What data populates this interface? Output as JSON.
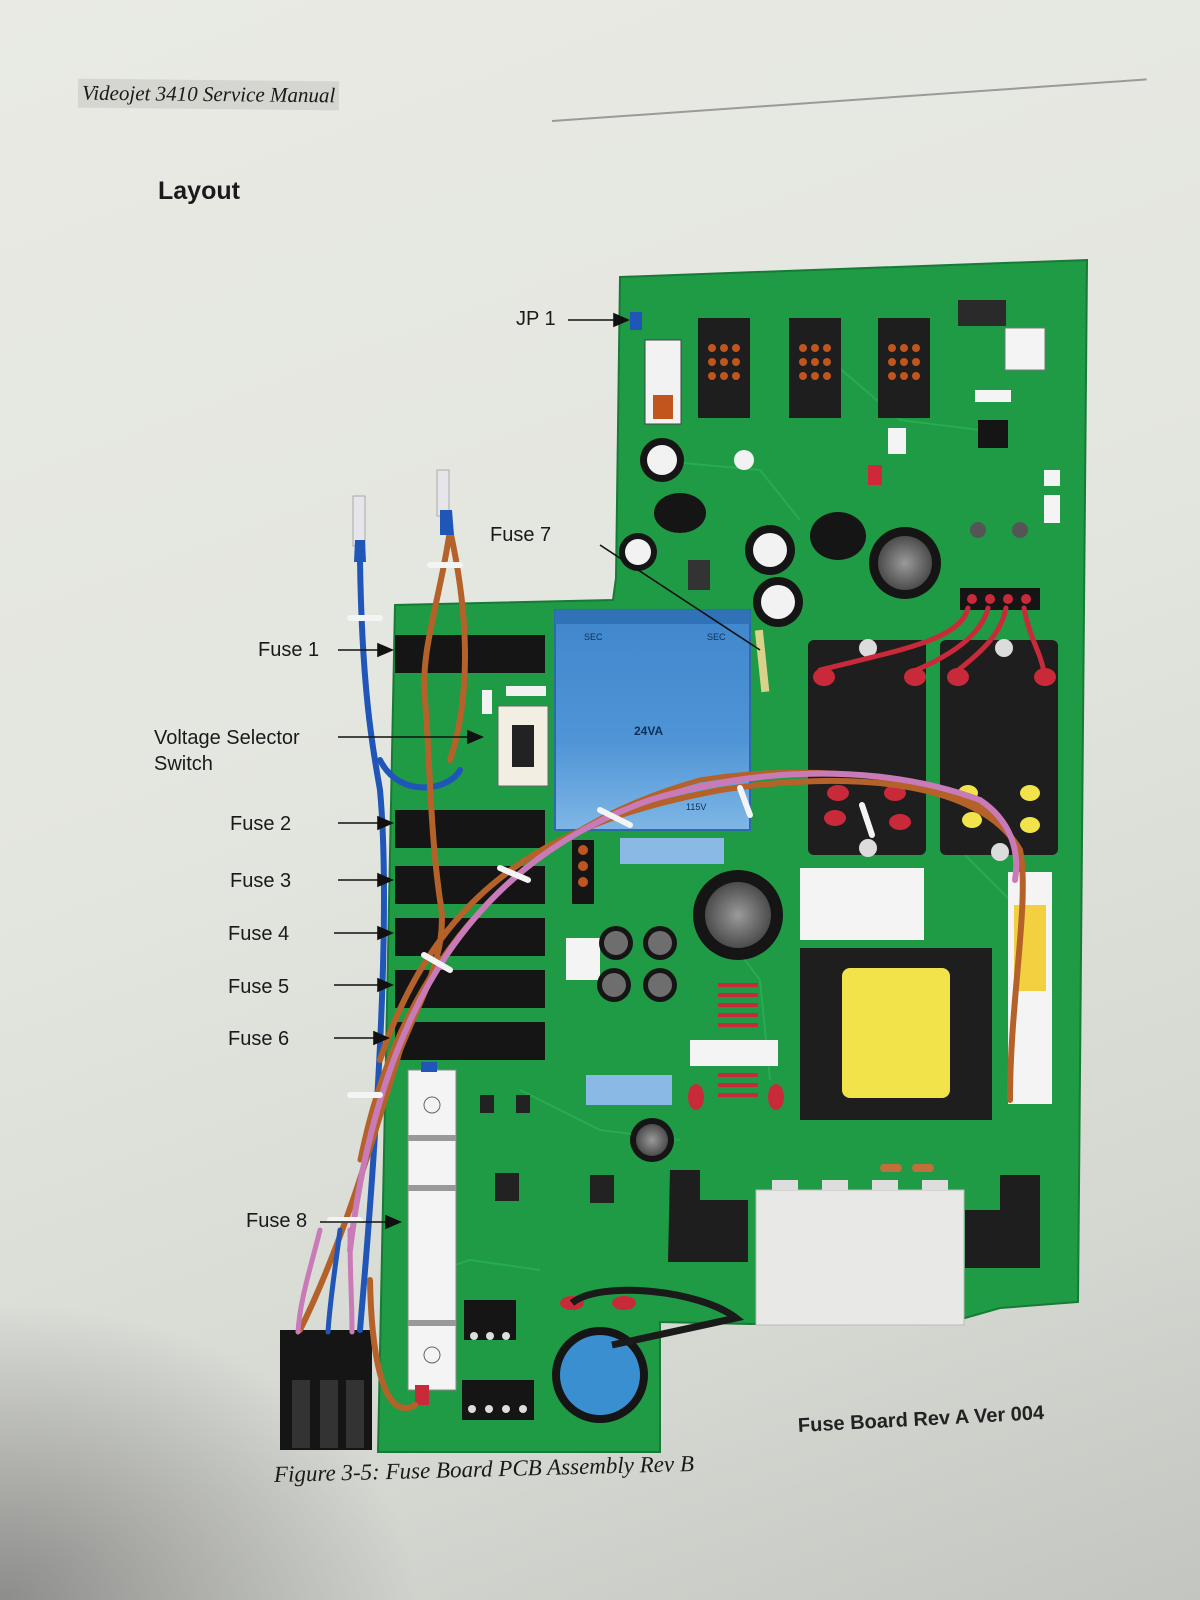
{
  "header": {
    "manual_title": "Videojet 3410 Service Manual"
  },
  "section": {
    "heading": "Layout"
  },
  "callouts": {
    "jp1": "JP 1",
    "fuse7": "Fuse 7",
    "fuse1": "Fuse 1",
    "voltage_selector": "Voltage Selector\nSwitch",
    "fuse2": "Fuse 2",
    "fuse3": "Fuse 3",
    "fuse4": "Fuse 4",
    "fuse5": "Fuse 5",
    "fuse6": "Fuse 6",
    "fuse8": "Fuse 8"
  },
  "board": {
    "label": "Fuse Board Rev A Ver 004",
    "transformer_rating": "24VA",
    "transformer_voltage": "115V",
    "silk_sec_left": "SEC",
    "silk_sec_right": "SEC"
  },
  "figure": {
    "caption": "Figure 3-5: Fuse Board PCB Assembly Rev B"
  },
  "colors": {
    "pcb_green": "#1f9a45",
    "transformer_blue": "#4f95d6",
    "wire_blue": "#1f56b8",
    "wire_brown": "#b4622a",
    "wire_pink": "#c97ab8",
    "wire_red": "#c92a3a",
    "relay_black": "#1e1e1e",
    "core_yellow": "#f2e34a"
  }
}
